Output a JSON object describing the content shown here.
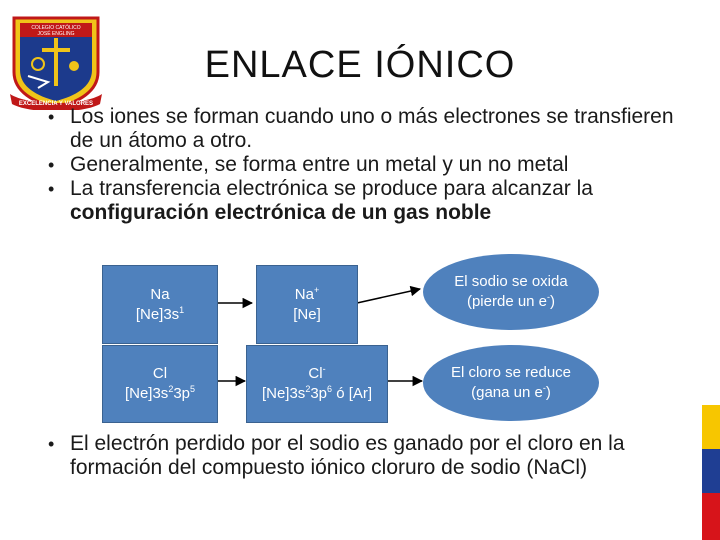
{
  "slide": {
    "title": "ENLACE IÓNICO",
    "logo": {
      "top_text_1": "COLEGIO CATÓLICO",
      "top_text_2": "JOSÉ ENGLING",
      "ribbon_text": "EXCELENCIA Y VALORES"
    },
    "bullets": [
      "Los iones se forman cuando uno o más electrones se transfieren de un átomo a otro.",
      "Generalmente, se forma entre un metal y un no metal"
    ],
    "bullet3_plain": "La transferencia electrónica se produce para alcanzar la",
    "bullet3_bold": "configuración electrónica de un gas noble",
    "diagram": {
      "na_symbol": "Na",
      "na_config_base": "[Ne]3s",
      "na_config_sup": "1",
      "na_ion_symbol": "Na",
      "na_ion_charge": "+",
      "na_ion_config": "[Ne]",
      "na_oval_line1": "El sodio se oxida",
      "na_oval_line2a": "(pierde un e",
      "na_oval_sup": "-",
      "na_oval_line2b": ")",
      "cl_symbol": "Cl",
      "cl_config_a": "[Ne]3s",
      "cl_config_sup1": "2",
      "cl_config_b": "3p",
      "cl_config_sup2": "5",
      "cl_ion_symbol": "Cl",
      "cl_ion_charge": "-",
      "cl_ion_config_a": "[Ne]3s",
      "cl_ion_sup1": "2",
      "cl_ion_config_b": "3p",
      "cl_ion_sup2": "6",
      "cl_ion_config_c": " ó [Ar]",
      "cl_oval_line1": "El cloro se reduce",
      "cl_oval_line2a": "(gana un e",
      "cl_oval_sup": "-",
      "cl_oval_line2b": ")"
    },
    "bottom_bullet": "El electrón perdido por el sodio es ganado por el cloro en la formación del compuesto iónico cloruro de sodio (NaCl)",
    "colors": {
      "box_fill": "#4f81bd",
      "stripe_yellow": "#f7c600",
      "stripe_blue": "#1f3e93",
      "stripe_red": "#d7141a"
    }
  }
}
